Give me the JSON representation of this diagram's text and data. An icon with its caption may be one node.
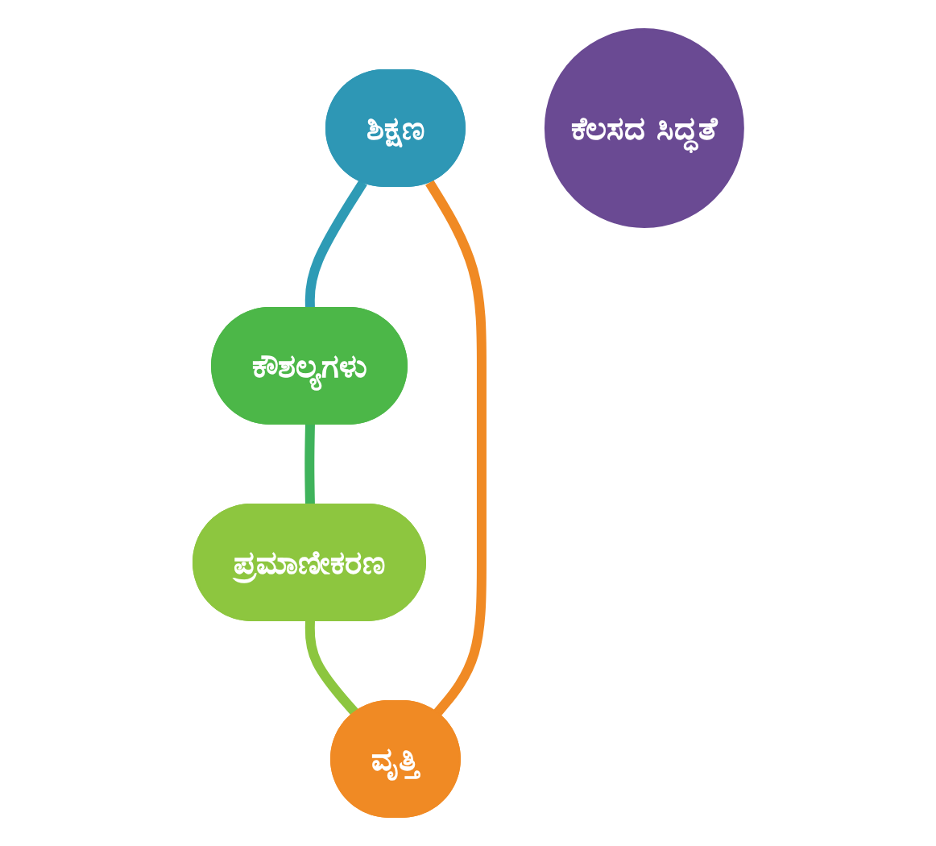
{
  "diagram": {
    "nodes": [
      {
        "text": [
          "ಶಿಕ್ಷಣ"
        ]
      },
      {
        "text": [
          "ವೃತ್ತಿ"
        ]
      },
      {
        "text": [
          "ಕೆಲಸದ ಸಿದ್ಧತೆ"
        ]
      },
      {
        "text": [
          "ಕೌಶಲ್ಯಗಳು"
        ]
      },
      {
        "text": [
          "ಪ್ರಮಾಣೀಕರಣ"
        ]
      }
    ],
    "edges": [
      {
        "from": 0,
        "to": 3,
        "arrow": "none",
        "color": "#2e9bb5"
      },
      {
        "from": 3,
        "to": 4,
        "arrow": "none",
        "color": "#3fb35b"
      },
      {
        "from": 4,
        "to": 1,
        "arrow": "none",
        "color": "#8cc63f"
      },
      {
        "from": 1,
        "to": 0,
        "arrow": "none",
        "color": "#f08a24"
      }
    ]
  }
}
